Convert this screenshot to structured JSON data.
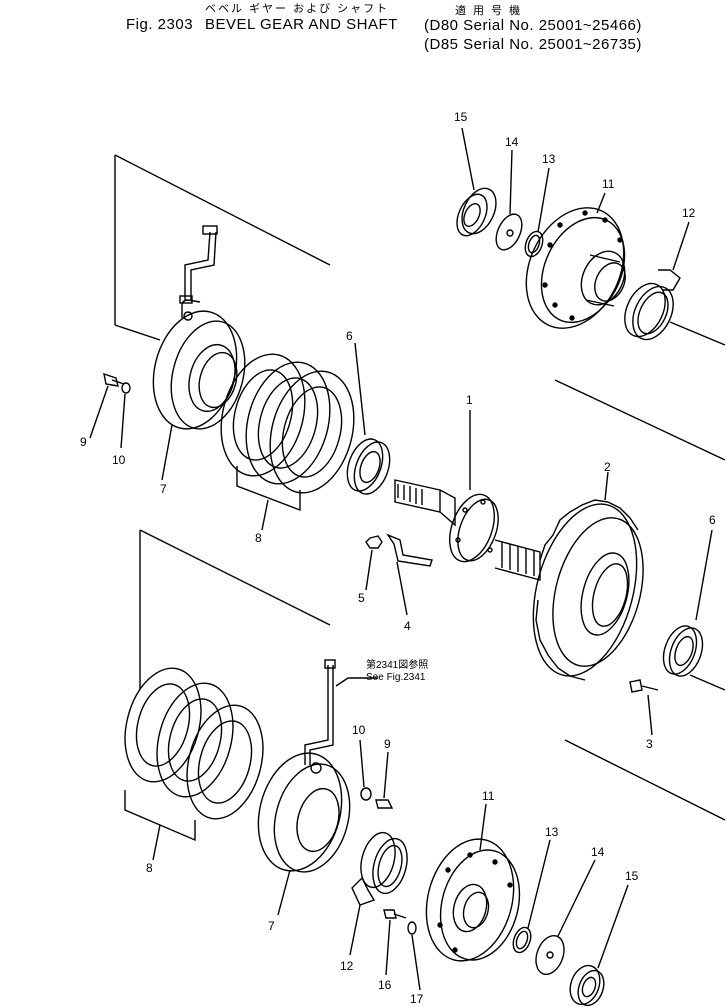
{
  "header": {
    "fig_label": "Fig. 2303",
    "title_en": "BEVEL GEAR AND SHAFT",
    "title_jp": "ベベル ギヤー および シャフト",
    "applicable_jp": "適 用 号 機",
    "serial_1": "(D80 Serial No. 25001~25466)",
    "serial_2": "(D85 Serial No. 25001~26735)"
  },
  "cross_ref": {
    "jp": "第2341図参照",
    "en": "See Fig.2341"
  },
  "callouts": {
    "c1": "1",
    "c2": "2",
    "c3": "3",
    "c4": "4",
    "c5": "5",
    "c6a": "6",
    "c6b": "6",
    "c7a": "7",
    "c7b": "7",
    "c8a": "8",
    "c8b": "8",
    "c9a": "9",
    "c9b": "9",
    "c10a": "10",
    "c10b": "10",
    "c11a": "11",
    "c11b": "11",
    "c12a": "12",
    "c12b": "12",
    "c13a": "13",
    "c13b": "13",
    "c14a": "14",
    "c14b": "14",
    "c15a": "15",
    "c15b": "15",
    "c16": "16",
    "c17": "17"
  }
}
